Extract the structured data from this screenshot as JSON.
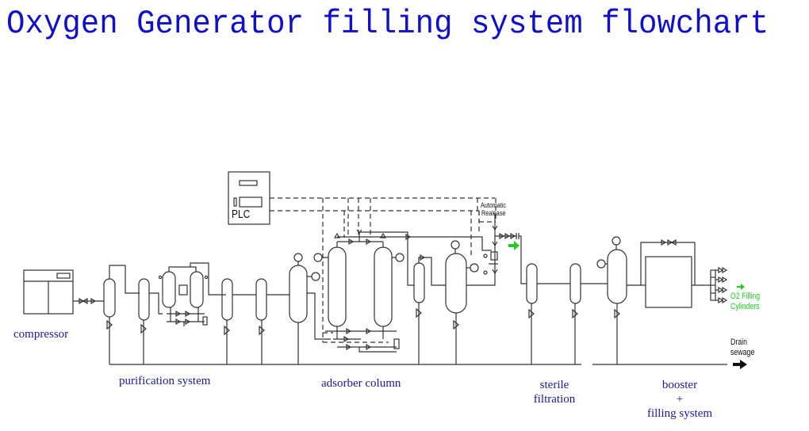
{
  "title": "Oxygen Generator filling system flowchart",
  "plc": {
    "label": "PLC"
  },
  "stages": {
    "compressor": "compressor",
    "purification": "purification system",
    "adsorber": "adsorber column",
    "sterile_line1": "sterile",
    "sterile_line2": "filtration",
    "booster_line1": "booster",
    "booster_line2": "+",
    "booster_line3": "filling system"
  },
  "annotations": {
    "automatic_release_line1": "Automatic",
    "automatic_release_line2": "Realease",
    "o2_filling_line1": "O2 Filling",
    "o2_filling_line2": "Cylinders",
    "drain_line1": "Drain",
    "drain_line2": "sewage"
  },
  "colors": {
    "title": "#1010c8",
    "labels": "#1a1aa0",
    "oxygen_arrow": "#22cc22",
    "lines": "#333333"
  }
}
